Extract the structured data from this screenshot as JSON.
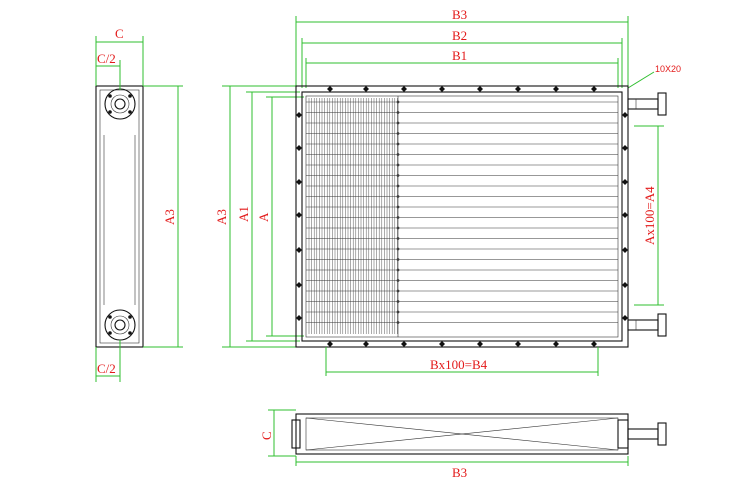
{
  "labels": {
    "side_top_c": "C",
    "side_top_c2": "C/2",
    "side_a3": "A3",
    "side_bottom_c2": "C/2",
    "front_b3": "B3",
    "front_b2": "B2",
    "front_b1": "B1",
    "front_flange": "10X20",
    "front_a3": "A3",
    "front_a1": "A1",
    "front_a": "A",
    "front_a4": "Ax100=A4",
    "front_b4": "Bx100=B4",
    "bottom_c": "C",
    "bottom_b3": "B3"
  },
  "colors": {
    "label": "#e31a1a",
    "dimension": "#2fbf2f",
    "outline": "#111111"
  }
}
